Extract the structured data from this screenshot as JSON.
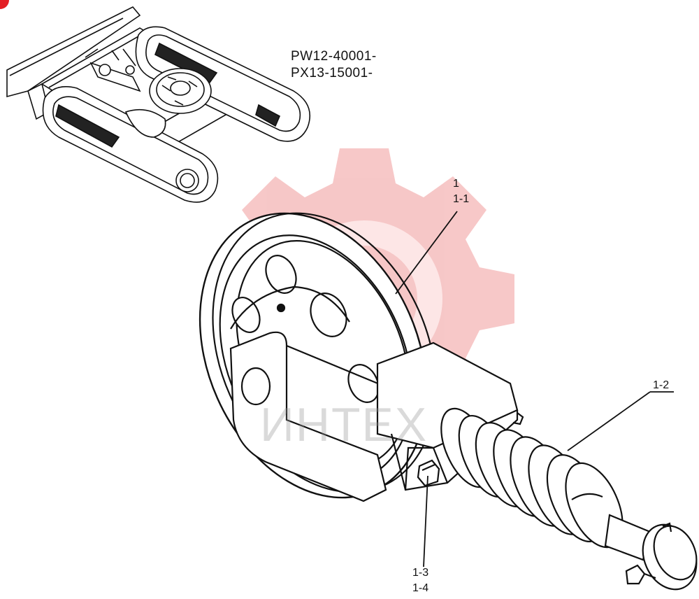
{
  "serials": {
    "line1": "PW12-40001-",
    "line2": "PX13-15001-"
  },
  "callouts": {
    "c1": "1",
    "c1_1": "1-1",
    "c1_2": "1-2",
    "c1_3": "1-3",
    "c1_4": "1-4"
  },
  "watermark": {
    "text": "ИНТЕХ",
    "color": "#f6b9b9"
  }
}
